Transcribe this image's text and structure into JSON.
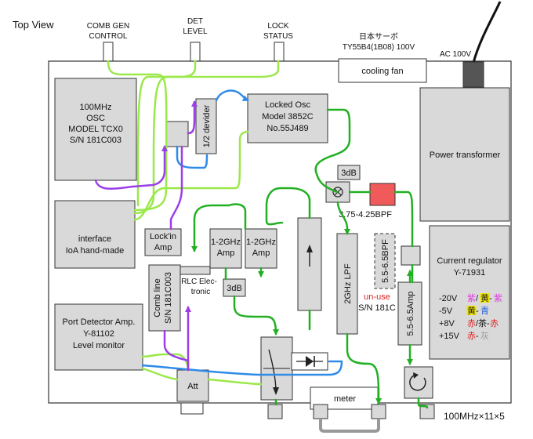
{
  "top_view": "Top View",
  "controls": {
    "comb_gen": [
      "COMB GEN",
      "CONTROL"
    ],
    "det_level": [
      "DET",
      "LEVEL"
    ],
    "lock_status": [
      "LOCK",
      "STATUS"
    ]
  },
  "fan_label": [
    "日本サーボ",
    "TY55B4(1B08) 100V"
  ],
  "cooling_fan": "cooling fan",
  "ac": "AC 100V",
  "power_transformer": "Power transformer",
  "osc": [
    "100MHz",
    "OSC",
    "MODEL TCX0",
    "S/N 181C003"
  ],
  "divider": "1/2 devider",
  "locked_osc": [
    "Locked Osc",
    "Model 3852C",
    "No.55J489"
  ],
  "interface": [
    "interface",
    "IoA hand-made"
  ],
  "lockin": [
    "Lock'in",
    "Amp"
  ],
  "comb_line": [
    "Comb line",
    "S/N 181C003"
  ],
  "rlc": [
    "RLC Elec-",
    "tronic"
  ],
  "amp1": [
    "1-2GHz",
    "Amp"
  ],
  "amp2": [
    "1-2GHz",
    "Amp"
  ],
  "three_db_mid": "3dB",
  "three_db_top": "3dB",
  "bpf_red": "3.75-4.25BPF",
  "lpf": "2GHz LPF",
  "bpf_dashed": "5.5-6.5BPF",
  "un_use": "un-use",
  "sn_181c": "S/N 181C",
  "amp_55": "5.5-6.5Amp",
  "current_regulator": [
    "Current regulator",
    "Y-71931"
  ],
  "voltages": [
    {
      "v": "-20V",
      "colors": [
        {
          "t": "紫",
          "c": "#e040e0"
        },
        {
          "t": "/",
          "c": "#111111"
        },
        {
          "t": "黄",
          "c": "#222222",
          "hl": "#f5e800"
        },
        {
          "t": "-",
          "c": "#111111"
        },
        {
          "t": "紫",
          "c": "#e040e0"
        }
      ]
    },
    {
      "v": "-5V",
      "colors": [
        {
          "t": "黄",
          "c": "#222222",
          "hl": "#f5e800"
        },
        {
          "t": "-",
          "c": "#111111"
        },
        {
          "t": "青",
          "c": "#2060e0"
        }
      ]
    },
    {
      "v": "+8V",
      "colors": [
        {
          "t": "赤",
          "c": "#e02020"
        },
        {
          "t": "/茶-",
          "c": "#111111"
        },
        {
          "t": "赤",
          "c": "#e02020"
        }
      ]
    },
    {
      "v": "+15V",
      "colors": [
        {
          "t": "赤",
          "c": "#e02020"
        },
        {
          "t": "-",
          "c": "#111111"
        },
        {
          "t": "灰",
          "c": "#999999"
        }
      ]
    }
  ],
  "port_detector": [
    "Port Detector Amp.",
    "Y-81102",
    "Level monitor"
  ],
  "att": "Att",
  "meter": "meter",
  "output_label": "100MHz×11×5"
}
